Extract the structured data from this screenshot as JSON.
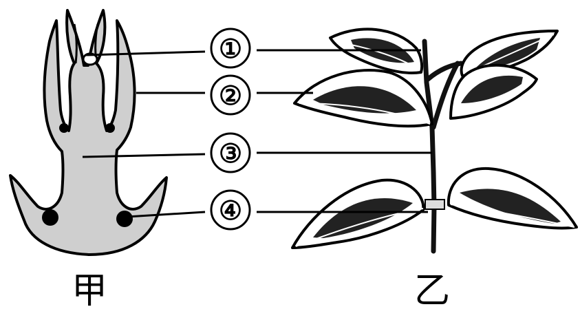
{
  "figure": {
    "caption_left": "甲",
    "caption_right": "乙",
    "labels": [
      "①",
      "②",
      "③",
      "④"
    ]
  }
}
